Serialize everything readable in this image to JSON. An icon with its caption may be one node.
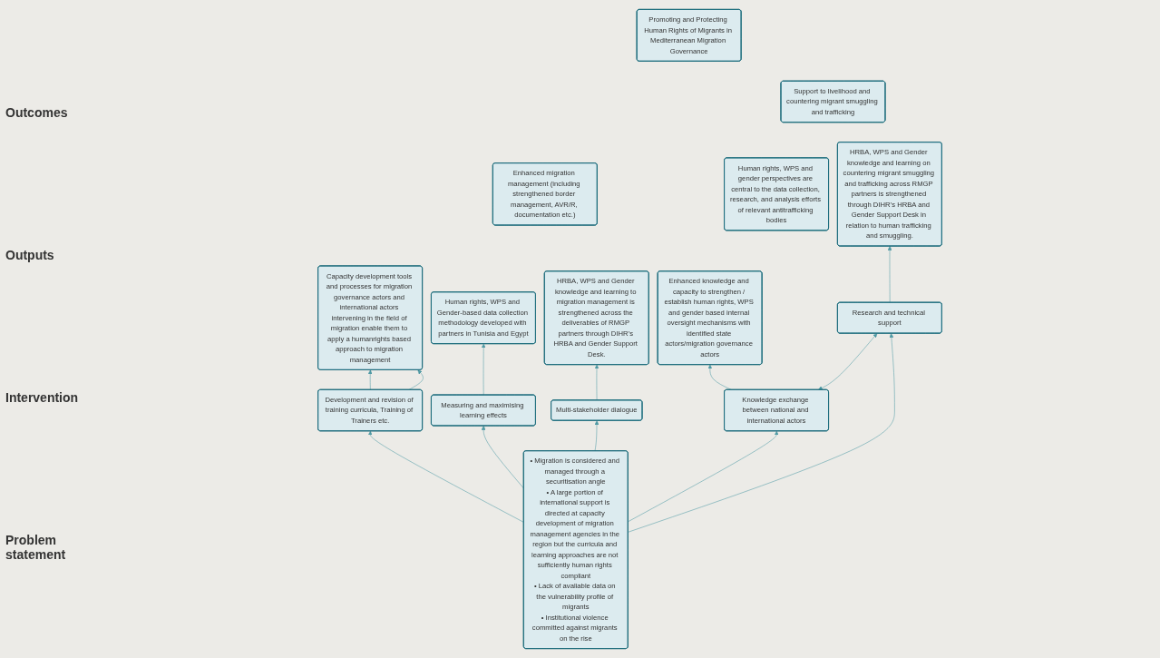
{
  "diagram": {
    "nodes": [
      {
        "text": [
          "Promoting and Protecting Human Rights of Migrants in Mediterranean Migration Governance"
        ]
      },
      {
        "text": [
          "Enhanced migration management (including strengthened border management, AVR/R, documentation etc.)"
        ]
      },
      {
        "text": [
          "Support to livelihood and countering migrant smuggling and trafficking"
        ]
      },
      {
        "text": [
          "Capacity development tools and processes for migration governance actors and international actors intervening in the field of migration enable them to apply a humanrights based approach to migration management"
        ]
      },
      {
        "text": [
          "Human rights, WPS and Gender-based data collection methodology developed with partners in Tunisia and Egypt"
        ]
      },
      {
        "text": [
          "HRBA, WPS and Gender knowledge and learning to migration management is strengthened across the deliverables of RMGP partners through DIHR’s HRBA and Gender Support Desk."
        ]
      },
      {
        "text": [
          "Enhanced knowledge and capacity to strengthen / establish human rights, WPS and gender based internal oversight mechanisms with identified state actors/migration governance actors"
        ]
      },
      {
        "text": [
          "Human rights, WPS and gender perspectives are central to the data collection, research, and analysis efforts of relevant antitrafficking bodies"
        ]
      },
      {
        "text": [
          "HRBA, WPS and Gender knowledge and learning on countering migrant smuggling and trafficking across RMGP partners is strengthened through DIHR’s HRBA and Gender Support Desk in relation to human trafficking and smuggling."
        ]
      },
      {
        "text": [
          "Development and revision of training curricula, Training of Trainers etc."
        ]
      },
      {
        "text": [
          "Measuring and maximising learning effects"
        ]
      },
      {
        "text": [
          "Multi-stakeholder dialogue"
        ]
      },
      {
        "text": [
          "Knowledge exchange between national and international actors"
        ]
      },
      {
        "text": [
          "Research and technical support"
        ]
      },
      {
        "text": [
          "• Migration is considered and managed through a securitisation angle",
          "• A large portion of international support is directed at capacity development of migration management agencies in the region but the curricula and learning approaches are not sufficiently human rights compliant",
          "• Lack of avaliable data on the vulnerability profile of migrants",
          "• Institutional violence committed against migrants on the rise"
        ]
      }
    ],
    "edges": [
      {
        "from": 9,
        "to": 3,
        "arrow": "to"
      },
      {
        "from": 9,
        "to": 3,
        "arrow": "to"
      },
      {
        "from": 10,
        "to": 4,
        "arrow": "to"
      },
      {
        "from": 11,
        "to": 5,
        "arrow": "to"
      },
      {
        "from": 12,
        "to": 6,
        "arrow": "to"
      },
      {
        "from": 13,
        "to": 8,
        "arrow": "to"
      },
      {
        "from": 12,
        "to": 13,
        "arrow": "both"
      },
      {
        "from": 14,
        "to": 9,
        "arrow": "to"
      },
      {
        "from": 14,
        "to": 10,
        "arrow": "to"
      },
      {
        "from": 14,
        "to": 11,
        "arrow": "to"
      },
      {
        "from": 14,
        "to": 12,
        "arrow": "to"
      },
      {
        "from": 14,
        "to": 13,
        "arrow": "to"
      }
    ],
    "labels": [
      "Outcomes",
      "Outputs",
      "Intervention",
      "Problem statement"
    ]
  }
}
